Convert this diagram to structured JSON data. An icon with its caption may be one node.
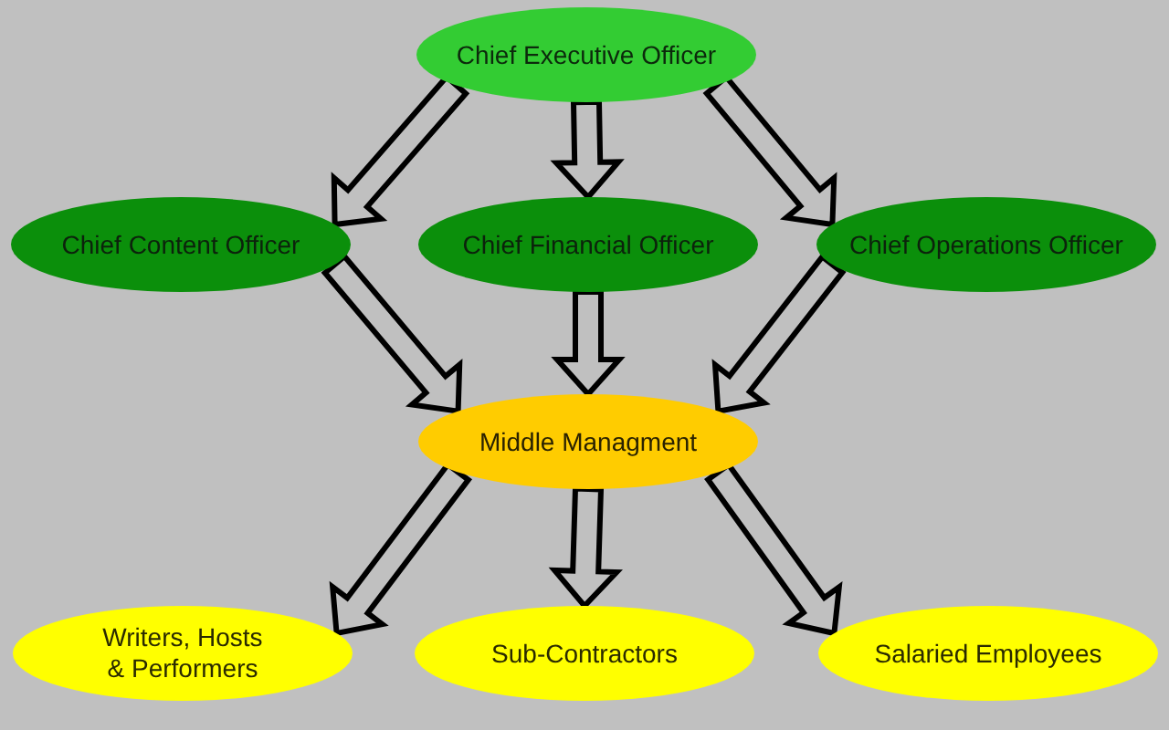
{
  "diagram": {
    "nodes": [
      {
        "text": [
          "Chief Executive Officer"
        ]
      },
      {
        "text": [
          "Chief Content Officer"
        ]
      },
      {
        "text": [
          "Chief Financial Officer"
        ]
      },
      {
        "text": [
          "Chief Operations Officer"
        ]
      },
      {
        "text": [
          "Middle Managment"
        ]
      },
      {
        "text": [
          "Writers, Hosts & Performers"
        ]
      },
      {
        "text": [
          "Sub-Contractors"
        ]
      },
      {
        "text": [
          "Salaried Employees"
        ]
      }
    ],
    "edges": [
      {
        "from": 0,
        "to": 1,
        "arrow": "to"
      },
      {
        "from": 0,
        "to": 2,
        "arrow": "to"
      },
      {
        "from": 0,
        "to": 3,
        "arrow": "to"
      },
      {
        "from": 1,
        "to": 4,
        "arrow": "to"
      },
      {
        "from": 2,
        "to": 4,
        "arrow": "to"
      },
      {
        "from": 3,
        "to": 4,
        "arrow": "to"
      },
      {
        "from": 4,
        "to": 5,
        "arrow": "to"
      },
      {
        "from": 4,
        "to": 6,
        "arrow": "to"
      },
      {
        "from": 4,
        "to": 7,
        "arrow": "to"
      }
    ]
  }
}
